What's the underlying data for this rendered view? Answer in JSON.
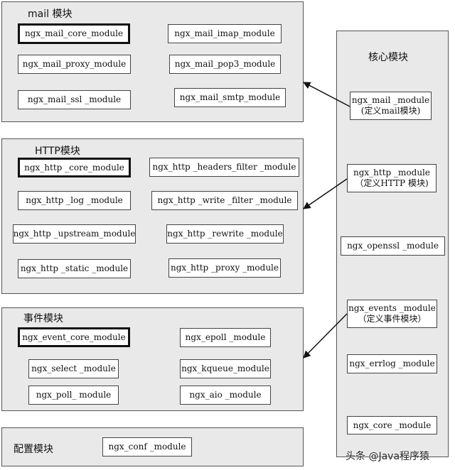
{
  "groups": {
    "mail": {
      "title": "mail 模块",
      "modules": [
        "ngx_mail_core_module",
        "ngx_mail_imap_module",
        "ngx_mail_proxy_module",
        "ngx_mail_pop3_module",
        "ngx_mail_ssl _module",
        "ngx_mail_smtp_module"
      ]
    },
    "http": {
      "title": "HTTP模块",
      "modules": [
        "ngx_http _core_module",
        "ngx_http _headers_filter _module",
        "ngx_http _log _module",
        "ngx_http _write _filter _module",
        "ngx_http _upstream_module",
        "ngx_http _rewrite _module",
        "ngx_http _static _module",
        "ngx_http _proxy _module"
      ]
    },
    "event": {
      "title": "事件模块",
      "modules": [
        "ngx_event_core_module",
        "ngx_epoll _module",
        "ngx_select _module",
        "ngx_kqueue_module",
        "ngx_poll_ module",
        "ngx_aio _module"
      ]
    },
    "conf": {
      "title": "配置模块",
      "modules": [
        "ngx_conf _module"
      ]
    },
    "core": {
      "title": "核心模块",
      "modules": [
        {
          "name": "ngx_mail _module",
          "desc": "(定义mail模块)"
        },
        {
          "name": "ngx_http _module",
          "desc": "（定义HTTP 模块)"
        },
        {
          "name": "ngx_openssl _module"
        },
        {
          "name": "ngx_events _module",
          "desc": "（定义事件模块）"
        },
        {
          "name": "ngx_errlog _module"
        },
        {
          "name": "ngx_core _module"
        }
      ]
    }
  },
  "watermark": "头条 @Java程序猿"
}
